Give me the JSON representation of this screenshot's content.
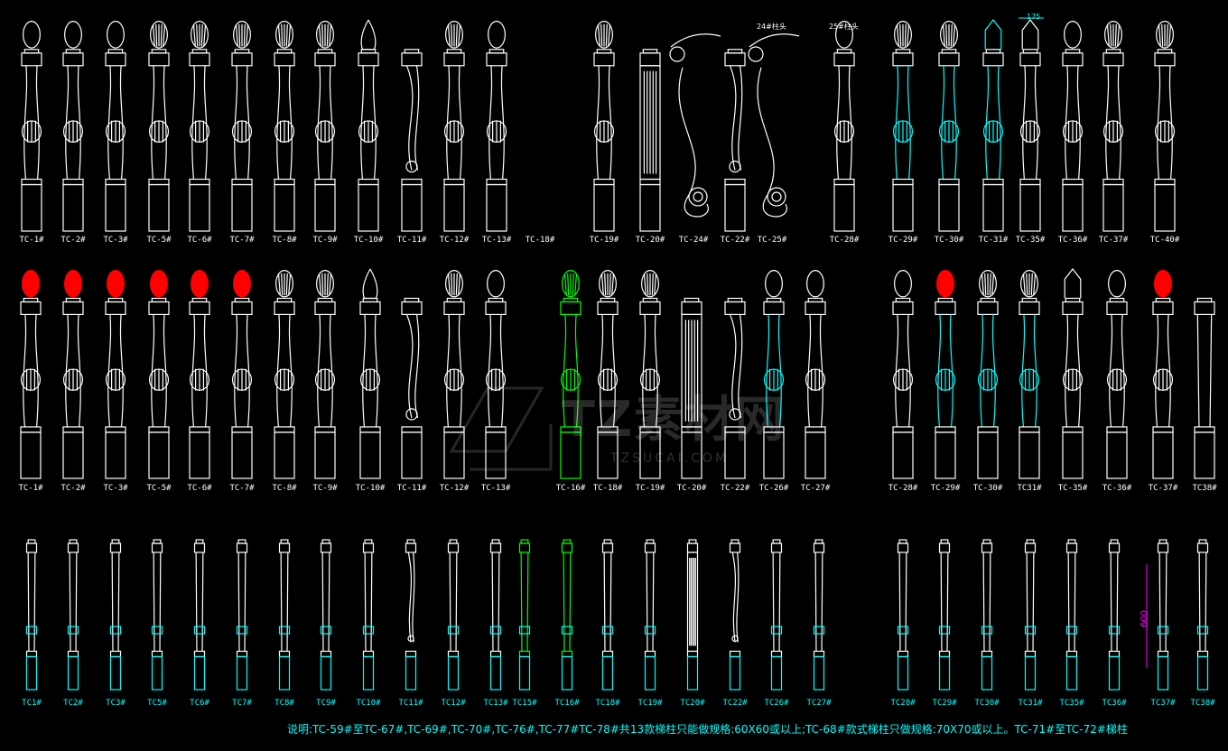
{
  "colors": {
    "background": "#000000",
    "default_line": "#ffffff",
    "red_top": "#ff0000",
    "cyan": "#00ffff",
    "green": "#00ff00",
    "magenta_dim": "#ff00ff",
    "note_text": "#00ffff"
  },
  "rows": [
    {
      "id": "row1",
      "label_color": "#ffffff",
      "items": [
        {
          "label": "TC-1#",
          "shape": "ball"
        },
        {
          "label": "TC-2#",
          "shape": "ball"
        },
        {
          "label": "TC-3#",
          "shape": "ball"
        },
        {
          "label": "TC-5#",
          "shape": "flame"
        },
        {
          "label": "TC-6#",
          "shape": "flame"
        },
        {
          "label": "TC-7#",
          "shape": "flame"
        },
        {
          "label": "TC-8#",
          "shape": "pine"
        },
        {
          "label": "TC-9#",
          "shape": "pine"
        },
        {
          "label": "TC-10#",
          "shape": "spire"
        },
        {
          "label": "TC-11#",
          "shape": "scroll"
        },
        {
          "label": "TC-12#",
          "shape": "pine"
        },
        {
          "label": "TC-13#",
          "shape": "sphere"
        },
        {
          "label": "TC-18#",
          "shape": "none"
        },
        {
          "label": "TC-19#",
          "shape": "pine"
        },
        {
          "label": "TC-20#",
          "shape": "fluted"
        },
        {
          "label": "TC-22#",
          "shape": "scroll"
        },
        {
          "label": "TC-24#",
          "shape": "newel"
        },
        {
          "label": "TC-25#",
          "shape": "newel"
        },
        {
          "label": "TC-28#",
          "shape": "ball"
        },
        {
          "label": "TC-29#",
          "shape": "flame",
          "accent": "cyan"
        },
        {
          "label": "TC-30#",
          "shape": "pine",
          "accent": "cyan"
        },
        {
          "label": "TC-31#",
          "shape": "lantern",
          "accent": "cyan"
        },
        {
          "label": "TC-35#",
          "shape": "square"
        },
        {
          "label": "TC-36#",
          "shape": "sphere"
        },
        {
          "label": "TC-37#",
          "shape": "pine"
        },
        {
          "label": "TC-40#",
          "shape": "flame"
        }
      ]
    },
    {
      "id": "row2",
      "label_color": "#ffffff",
      "items": [
        {
          "label": "TC-1#",
          "shape": "ball",
          "top": "red"
        },
        {
          "label": "TC-2#",
          "shape": "ball",
          "top": "red"
        },
        {
          "label": "TC-3#",
          "shape": "ball",
          "top": "red"
        },
        {
          "label": "TC-5#",
          "shape": "flame",
          "top": "red"
        },
        {
          "label": "TC-6#",
          "shape": "flame",
          "top": "red"
        },
        {
          "label": "TC-7#",
          "shape": "flame",
          "top": "red"
        },
        {
          "label": "TC-8#",
          "shape": "pine"
        },
        {
          "label": "TC-9#",
          "shape": "pine"
        },
        {
          "label": "TC-10#",
          "shape": "spire"
        },
        {
          "label": "TC-11#",
          "shape": "scroll"
        },
        {
          "label": "TC-12#",
          "shape": "pine"
        },
        {
          "label": "TC-13#",
          "shape": "sphere"
        },
        {
          "label": "TC-16#",
          "shape": "pine",
          "accent": "green"
        },
        {
          "label": "TC-18#",
          "shape": "pine"
        },
        {
          "label": "TC-19#",
          "shape": "pine"
        },
        {
          "label": "TC-20#",
          "shape": "fluted"
        },
        {
          "label": "TC-22#",
          "shape": "scroll"
        },
        {
          "label": "TC-26#",
          "shape": "sphere",
          "accent": "cyan"
        },
        {
          "label": "TC-27#",
          "shape": "sphere"
        },
        {
          "label": "TC-28#",
          "shape": "ball"
        },
        {
          "label": "TC-29#",
          "shape": "flame",
          "top": "red",
          "accent": "cyan"
        },
        {
          "label": "TC-30#",
          "shape": "pine",
          "accent": "cyan"
        },
        {
          "label": "TC31#",
          "shape": "pine",
          "accent": "cyan"
        },
        {
          "label": "TC-35#",
          "shape": "square"
        },
        {
          "label": "TC-36#",
          "shape": "sphere"
        },
        {
          "label": "TC-37#",
          "shape": "flame",
          "top": "red"
        },
        {
          "label": "TC38#",
          "shape": "plain"
        }
      ]
    },
    {
      "id": "row3",
      "label_color": "#00ffff",
      "items": [
        {
          "label": "TC1#"
        },
        {
          "label": "TC2#"
        },
        {
          "label": "TC3#"
        },
        {
          "label": "TC5#"
        },
        {
          "label": "TC6#"
        },
        {
          "label": "TC7#"
        },
        {
          "label": "TC8#"
        },
        {
          "label": "TC9#"
        },
        {
          "label": "TC10#"
        },
        {
          "label": "TC11#",
          "shape": "scroll"
        },
        {
          "label": "TC12#"
        },
        {
          "label": "TC13#"
        },
        {
          "label": "TC15#",
          "accent": "green"
        },
        {
          "label": "TC16#",
          "accent": "green"
        },
        {
          "label": "TC18#"
        },
        {
          "label": "TC19#"
        },
        {
          "label": "TC20#",
          "shape": "fluted"
        },
        {
          "label": "TC22#",
          "shape": "scroll"
        },
        {
          "label": "TC26#"
        },
        {
          "label": "TC27#"
        },
        {
          "label": "TC28#"
        },
        {
          "label": "TC29#"
        },
        {
          "label": "TC30#"
        },
        {
          "label": "TC31#"
        },
        {
          "label": "TC35#"
        },
        {
          "label": "TC36#"
        },
        {
          "label": "TC37#"
        },
        {
          "label": "TC38#"
        }
      ]
    }
  ],
  "annotations": {
    "dim_top": "175",
    "newel_24": "24#柱头",
    "newel_25": "25#柱头",
    "dim_600": "600"
  },
  "watermark": {
    "text": "TZ素材网",
    "sub": "TZSUCAI.COM"
  },
  "note": "说明:TC-59#至TC-67#,TC-69#,TC-70#,TC-76#,TC-77#TC-78#共13款梯柱只能做规格:60X60或以上;TC-68#款式梯柱只做规格:70X70或以上。TC-71#至TC-72#梯柱"
}
